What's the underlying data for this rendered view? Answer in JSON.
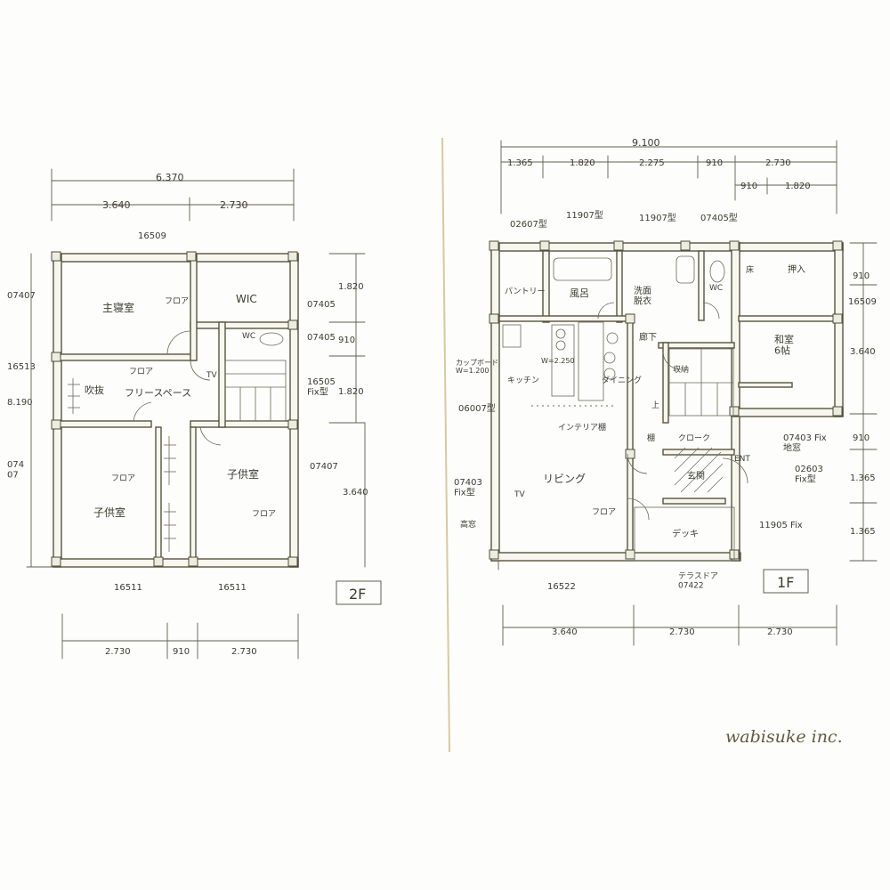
{
  "floor2": {
    "label": "2F",
    "dim_total_top": "6.370",
    "dim_top": [
      "3.640",
      "2.730"
    ],
    "dim_bottom": [
      "2.730",
      "910",
      "2.730"
    ],
    "dim_right": [
      "1.820",
      "910",
      "1.820"
    ],
    "dim_right_total": "3.640",
    "rooms": {
      "master_bedroom": "主寝室",
      "wic": "WIC",
      "wc": "WC",
      "hall": "吹抜",
      "free_space": "フリースペース",
      "child_room_left": "子供室",
      "child_room_right": "子供室",
      "flooring_1": "フロア",
      "flooring_2": "フロア",
      "flooring_3": "フロア",
      "flooring_4": "フロア",
      "tv": "TV"
    },
    "windows": {
      "top": "16509",
      "left_1": "07407",
      "left_2": "16513",
      "left_3": "8.190",
      "left_4": "074\n07",
      "right_1": "07405",
      "right_2": "07405",
      "right_3": "16505\nFix型",
      "right_4": "07407",
      "bottom_1": "16511",
      "bottom_2": "16511"
    }
  },
  "floor1": {
    "label": "1F",
    "dim_total_top": "9.100",
    "dim_top": [
      "1.365",
      "1.820",
      "2.275",
      "910",
      "2.730"
    ],
    "dim_top_2": [
      "910",
      "1.820"
    ],
    "dim_bottom": [
      "3.640",
      "2.730",
      "2.730"
    ],
    "dim_right": [
      "910",
      "3.640",
      "910",
      "1.365",
      "1.365"
    ],
    "rooms": {
      "bath": "風呂",
      "washroom": "洗面\n脱衣",
      "wc": "WC",
      "pantry": "パントリー",
      "kitchen": "キッチン",
      "dining": "ダイニング",
      "living": "リビング",
      "hall": "廊下",
      "tatami": "和室\n6帖",
      "closet": "押入",
      "toko": "床",
      "cloak": "クローク",
      "entrance": "玄関",
      "deck": "デッキ",
      "storage": "収納",
      "shelf": "棚",
      "interior_wall": "インテリア棚",
      "flooring": "フロア",
      "kitchen_width": "W=2.250",
      "counter": "カップボード\nW=1.200",
      "tv": "TV",
      "up": "上"
    },
    "windows": {
      "top_1": "02607型",
      "top_2": "11907型",
      "top_3": "11907型",
      "top_4": "07405型",
      "left_1": "06007型",
      "left_2": "07403\nFix型",
      "left_3": "高窓",
      "right_1": "16509",
      "right_2": "07403 Fix\n地窓",
      "right_3": "02603\nFix型",
      "right_4": "11905 Fix",
      "bottom_1": "16522",
      "terrace": "テラスドア\n07422",
      "ent": "ENT"
    }
  },
  "signature": "wabisuke inc."
}
